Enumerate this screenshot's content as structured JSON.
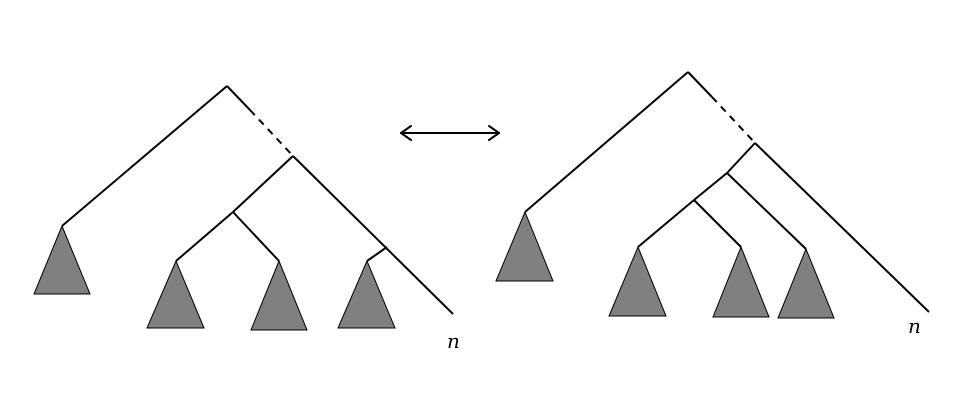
{
  "left_tree": {
    "leaf_label": "n"
  },
  "right_tree": {
    "leaf_label": "n"
  },
  "transformation_symbol": "double-headed-arrow"
}
